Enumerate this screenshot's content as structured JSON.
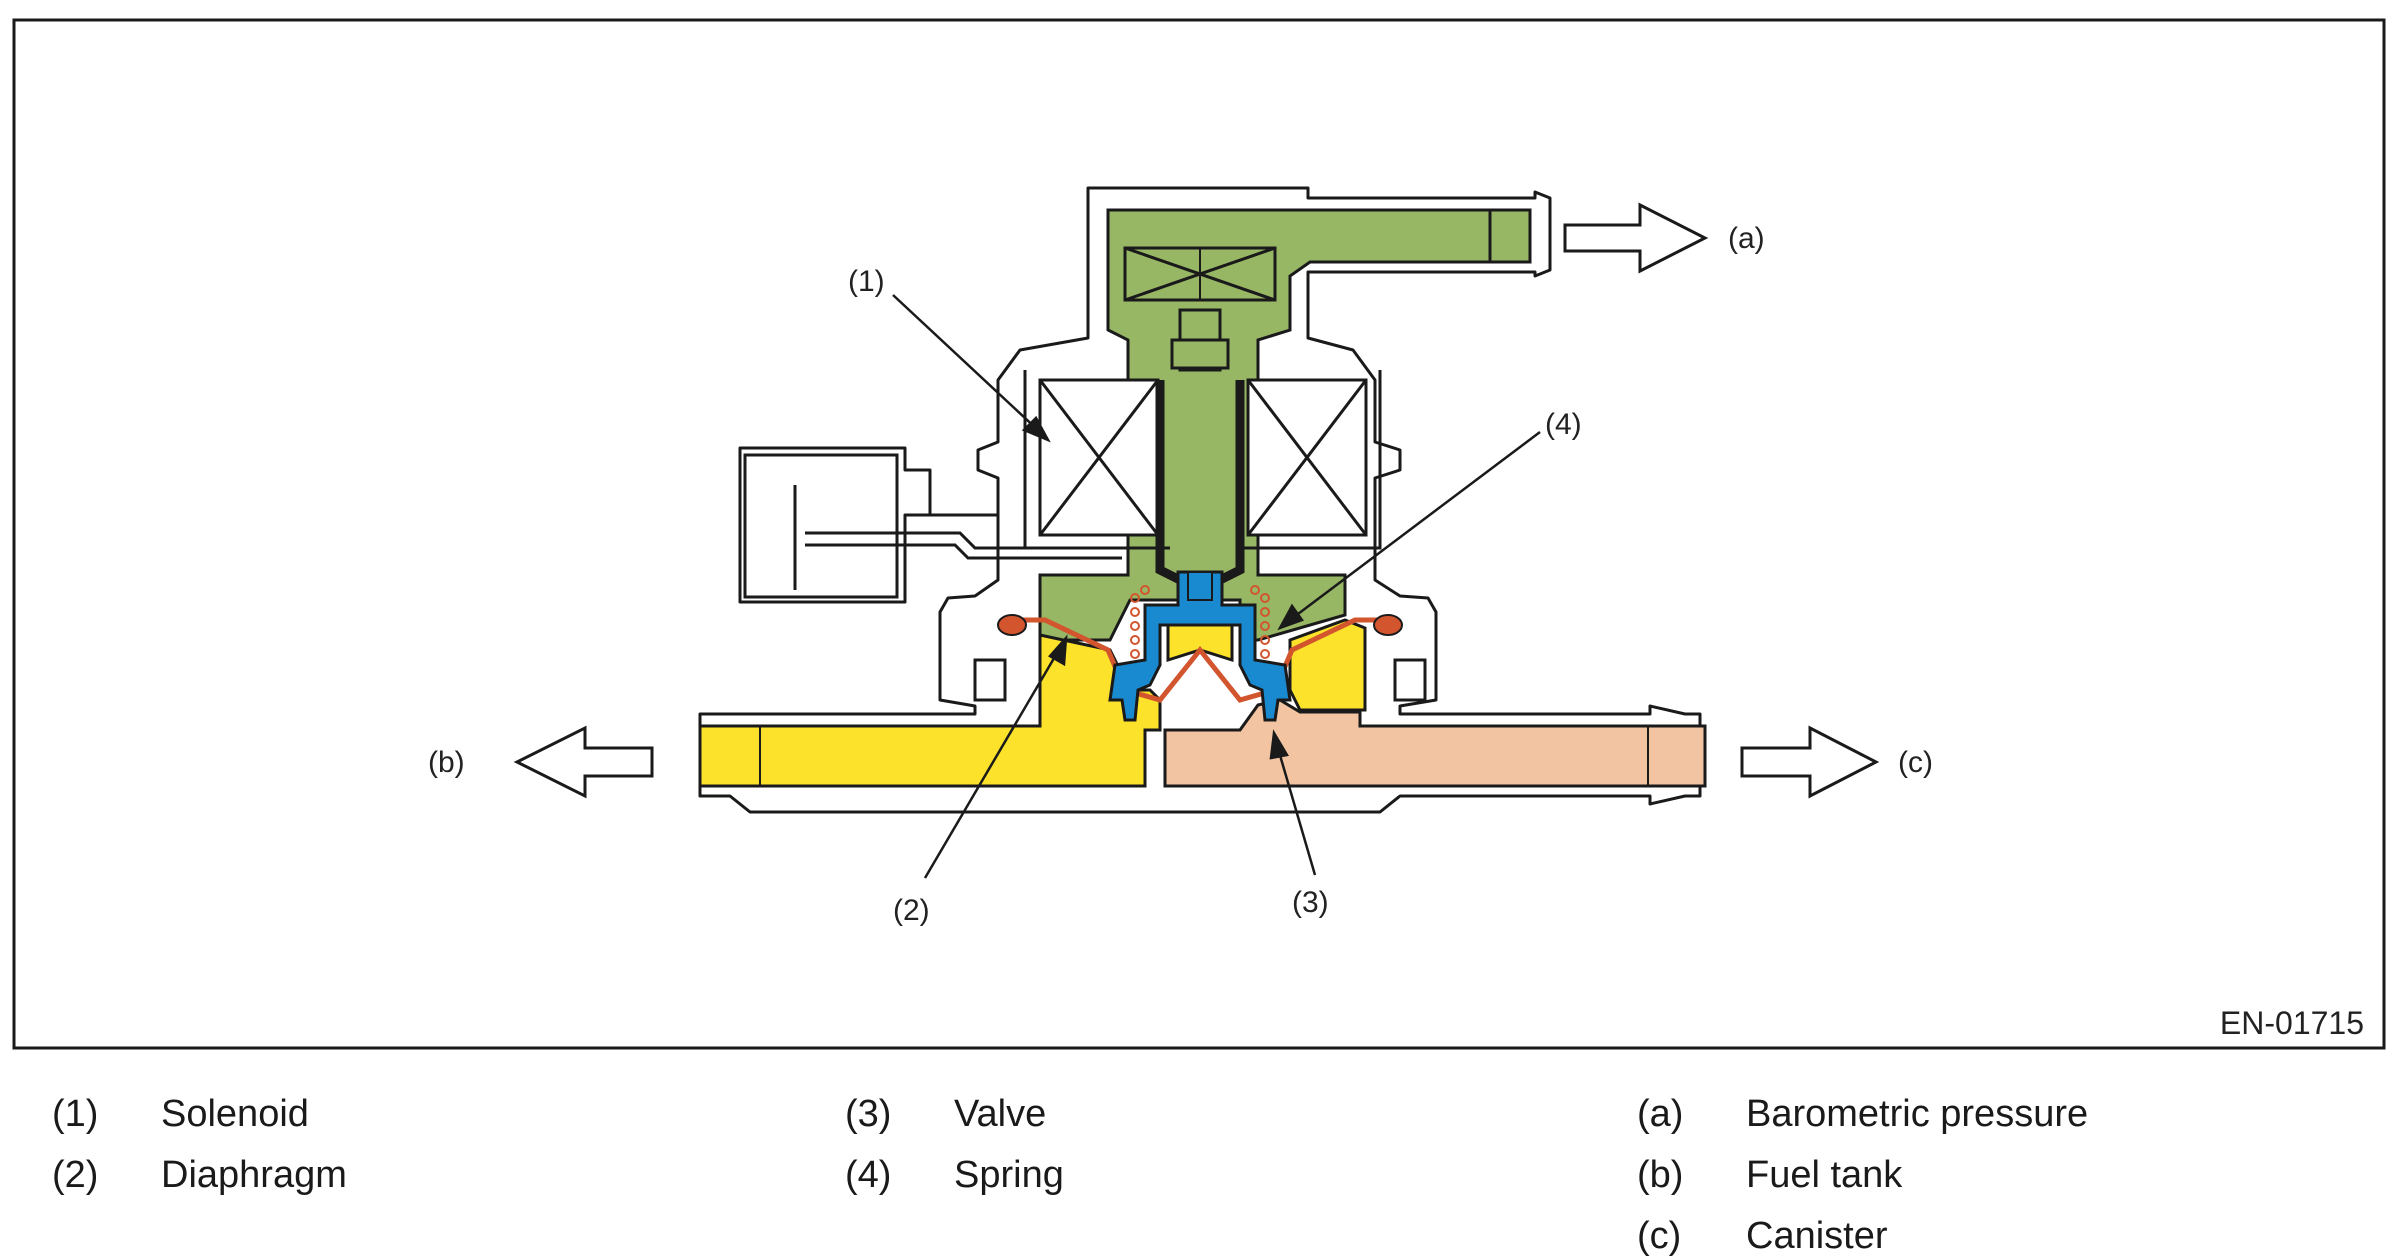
{
  "figure_id": "EN-01715",
  "callouts": {
    "solenoid": "(1)",
    "diaphragm": "(2)",
    "valve": "(3)",
    "spring": "(4)",
    "barometric": "(a)",
    "fuel_tank": "(b)",
    "canister": "(c)"
  },
  "legend": [
    {
      "key": "(1)",
      "label": "Solenoid"
    },
    {
      "key": "(2)",
      "label": "Diaphragm"
    },
    {
      "key": "(3)",
      "label": "Valve"
    },
    {
      "key": "(4)",
      "label": "Spring"
    },
    {
      "key": "(a)",
      "label": "Barometric pressure"
    },
    {
      "key": "(b)",
      "label": "Fuel tank"
    },
    {
      "key": "(c)",
      "label": "Canister"
    }
  ],
  "colors": {
    "atmosphere_chamber": "#97b765",
    "fuel_tank_side": "#fde22c",
    "canister_side": "#f2c4a1",
    "valve": "#1a8ad0",
    "diaphragm_rubber": "#d2552e",
    "outline": "#1a1a1a"
  }
}
